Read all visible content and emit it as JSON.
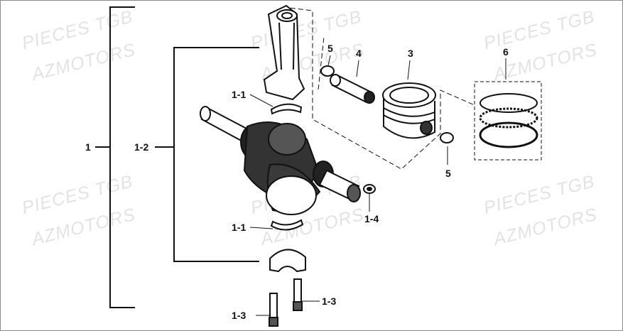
{
  "watermarks": [
    {
      "line1": "PIECES TGB",
      "line2": "AZMOTORS"
    },
    {
      "line1": "PIECES TGB",
      "line2": "AZMOTORS"
    },
    {
      "line1": "PIECES TGB",
      "line2": "AZMOTORS"
    },
    {
      "line1": "PIECES TGB",
      "line2": "AZMOTORS"
    },
    {
      "line1": "PIECES TGB",
      "line2": "AZMOTORS"
    },
    {
      "line1": "PIECES TGB",
      "line2": "AZMOTORS"
    }
  ],
  "callouts": {
    "assembly": "1",
    "crank_assembly": "1-2",
    "bearing_upper": "1-1",
    "bearing_lower": "1-1",
    "washer": "1-4",
    "bolt_left": "1-3",
    "bolt_right": "1-3",
    "piston": "3",
    "piston_pin": "4",
    "clip_top": "5",
    "clip_bottom": "5",
    "piston_rings": "6"
  },
  "colors": {
    "line": "#111111",
    "watermark": "#e3e3e3",
    "frame": "#8a8a8a"
  }
}
